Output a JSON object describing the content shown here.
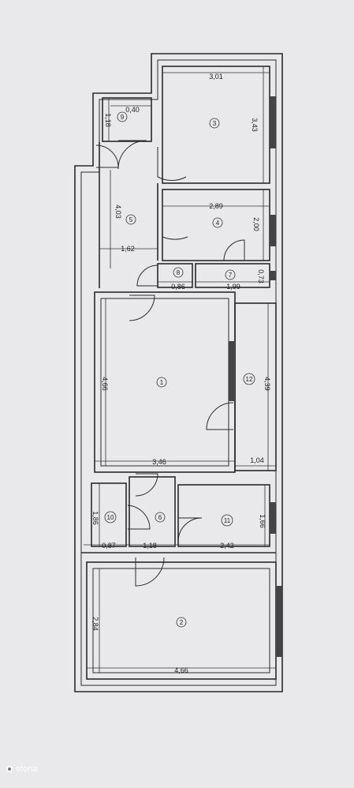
{
  "rooms": [
    {
      "id": "1"
    },
    {
      "id": "2"
    },
    {
      "id": "3"
    },
    {
      "id": "4"
    },
    {
      "id": "5"
    },
    {
      "id": "6"
    },
    {
      "id": "7"
    },
    {
      "id": "8"
    },
    {
      "id": "9"
    },
    {
      "id": "10"
    },
    {
      "id": "11"
    },
    {
      "id": "12"
    }
  ],
  "dimensions": {
    "d3_w": "3,01",
    "d3_h": "3,43",
    "d9_w": "0,40",
    "d9_h": "1,18",
    "d5_h": "4,03",
    "d5_w": "1,62",
    "d4_w": "2,89",
    "d4_h": "2,00",
    "d8_w": "0,86",
    "d7_w": "1,99",
    "d7_h": "0,73",
    "d1_h": "4,66",
    "d1_w": "3,46",
    "d12_h": "4,39",
    "d12_w": "1,04",
    "d10_h": "1,86",
    "d10_w": "0,87",
    "d6_w": "1,18",
    "d11_w": "2,42",
    "d11_h": "1,66",
    "d2_h": "2,84",
    "d2_w": "4,66"
  },
  "watermark": {
    "text": "storia"
  }
}
